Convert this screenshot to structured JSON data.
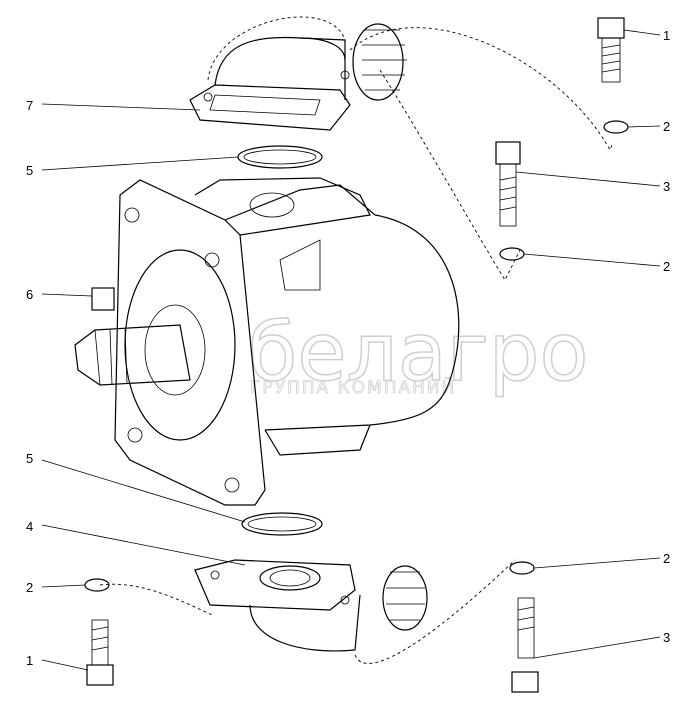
{
  "diagram": {
    "watermark": {
      "brand": "белагро",
      "tagline": "ГРУППА КОМПАНИЙ"
    },
    "callouts": [
      {
        "id": "c1a",
        "label": "1"
      },
      {
        "id": "c2a",
        "label": "2"
      },
      {
        "id": "c3a",
        "label": "3"
      },
      {
        "id": "c2b",
        "label": "2"
      },
      {
        "id": "c7",
        "label": "7"
      },
      {
        "id": "c5a",
        "label": "5"
      },
      {
        "id": "c6",
        "label": "6"
      },
      {
        "id": "c5b",
        "label": "5"
      },
      {
        "id": "c4",
        "label": "4"
      },
      {
        "id": "c2c",
        "label": "2"
      },
      {
        "id": "c1b",
        "label": "1"
      },
      {
        "id": "c2d",
        "label": "2"
      },
      {
        "id": "c3b",
        "label": "3"
      }
    ]
  }
}
